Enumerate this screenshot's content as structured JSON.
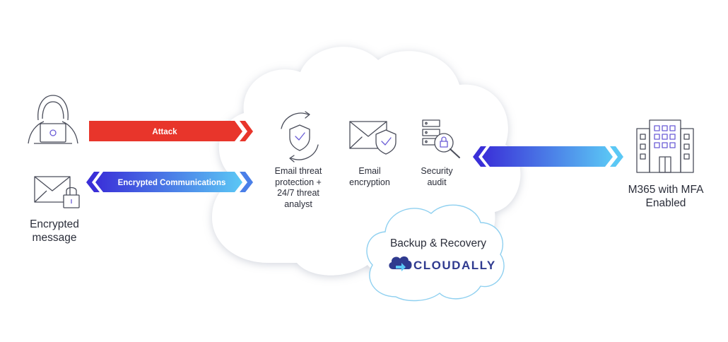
{
  "left": {
    "attack_label": "Attack",
    "encrypted_comm_label": "Encrypted Communications",
    "encrypted_message_label": "Encrypted message"
  },
  "cloud": {
    "services": [
      {
        "label": "Email threat protection + 24/7 threat analyst"
      },
      {
        "label": "Email encryption"
      },
      {
        "label": "Security audit"
      }
    ]
  },
  "backup": {
    "title": "Backup & Recovery",
    "brand": "CLOUDALLY"
  },
  "right": {
    "target_label": "M365 with MFA Enabled"
  },
  "colors": {
    "attack_red": "#e8352b",
    "blue_start": "#3a2fd8",
    "blue_end": "#5bc8f5",
    "line_gray": "#4a4d5a",
    "accent_purple": "#6a5cd6",
    "brand_navy": "#2f3a8f"
  }
}
